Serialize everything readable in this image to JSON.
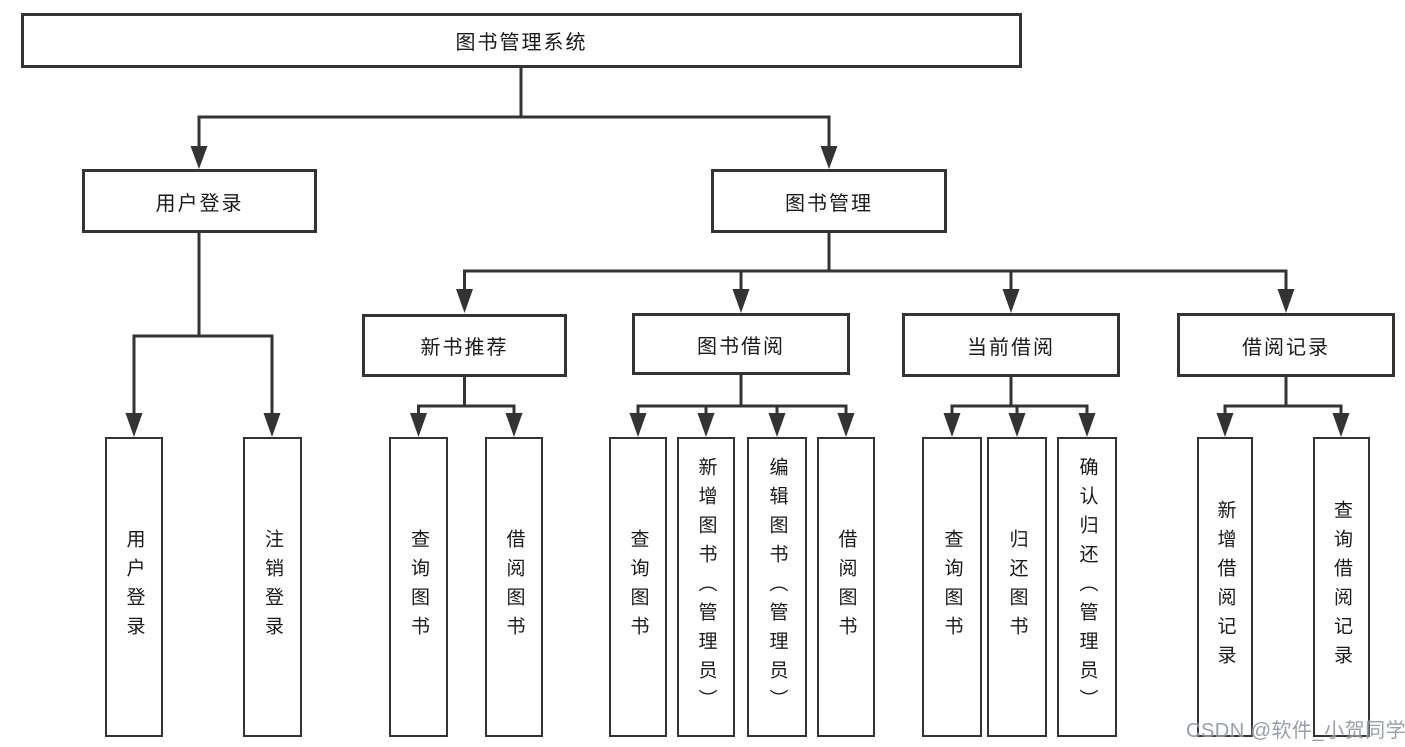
{
  "diagram": {
    "root": {
      "label": "图书管理系统"
    },
    "user_login": {
      "label": "用户登录",
      "children": [
        {
          "label": "用户登录"
        },
        {
          "label": "注销登录"
        }
      ]
    },
    "book_management": {
      "label": "图书管理",
      "children": [
        {
          "label": "新书推荐",
          "children": [
            {
              "label": "查询图书"
            },
            {
              "label": "借阅图书"
            }
          ]
        },
        {
          "label": "图书借阅",
          "children": [
            {
              "label": "查询图书"
            },
            {
              "label": "新增图书（管理员）"
            },
            {
              "label": "编辑图书（管理员）"
            },
            {
              "label": "借阅图书"
            }
          ]
        },
        {
          "label": "当前借阅",
          "children": [
            {
              "label": "查询图书"
            },
            {
              "label": "归还图书"
            },
            {
              "label": "确认归还（管理员）"
            }
          ]
        },
        {
          "label": "借阅记录",
          "children": [
            {
              "label": "新增借阅记录"
            },
            {
              "label": "查询借阅记录"
            }
          ]
        }
      ]
    }
  },
  "watermark": {
    "text": "CSDN @软件_小贺同学"
  },
  "colors": {
    "line": "#333333",
    "border": "#333333",
    "text": "#1a1a1a",
    "watermark": "#9196a1",
    "background": "#ffffff"
  }
}
